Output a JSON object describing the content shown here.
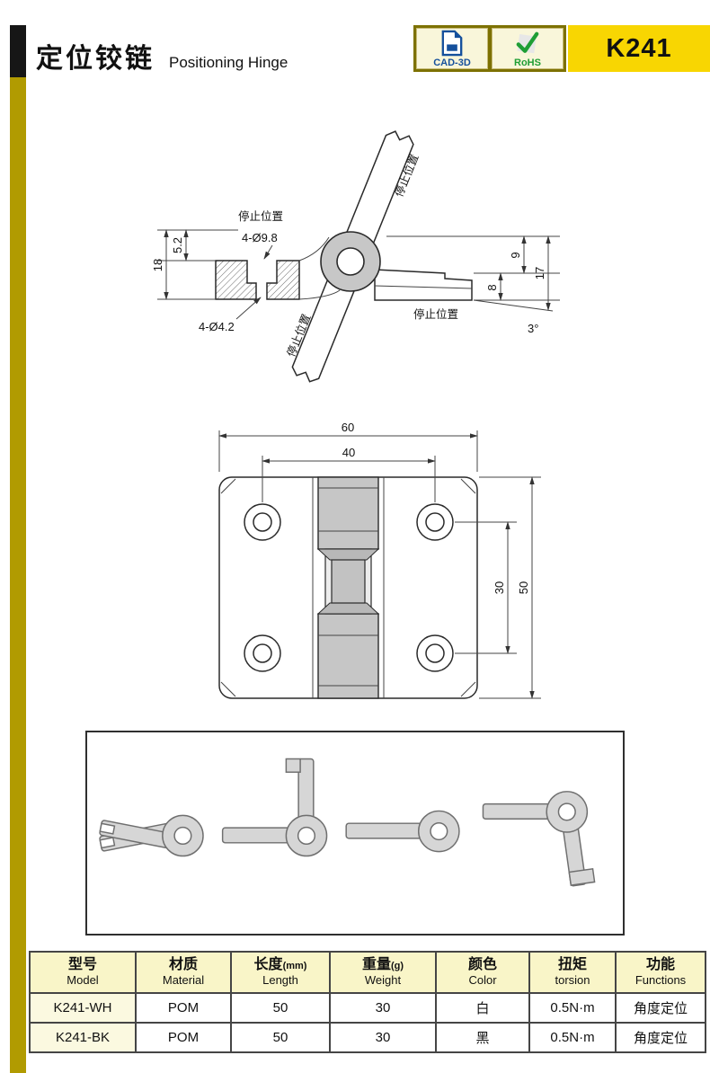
{
  "header": {
    "title_cn": "定位铰链",
    "title_en": "Positioning Hinge",
    "model_code": "K241",
    "badges": [
      {
        "label": "CAD-3D",
        "color": "#15509c"
      },
      {
        "label": "RoHS",
        "color": "#1f9e35"
      }
    ]
  },
  "colors": {
    "accent_yellow": "#f8d602",
    "stripe_gold": "#b19b01",
    "badge_panel_olive": "#7d7100",
    "table_header_yellow": "#f9f5c8"
  },
  "side_view": {
    "dim_counterbore": "4-Ø9.8",
    "dim_depth": "5.2",
    "dim_total_height": "18",
    "dim_hole": "4-Ø4.2",
    "stop_label_top": "停止位置",
    "stop_label_left": "停止位置",
    "stop_label_bottom": "停止位置",
    "stop_label_right": "停止位置",
    "dim_9": "9",
    "dim_17": "17",
    "dim_8": "8",
    "dim_angle": "3°"
  },
  "front_view": {
    "dim_width_outer": "60",
    "dim_hole_spacing_x": "40",
    "dim_hole_spacing_y": "30",
    "dim_height_outer": "50"
  },
  "spec_table": {
    "columns": [
      {
        "cn": "型号",
        "en": "Model"
      },
      {
        "cn": "材质",
        "en": "Material"
      },
      {
        "cn": "长度",
        "unit": "(mm)",
        "en": "Length"
      },
      {
        "cn": "重量",
        "unit": "(g)",
        "en": "Weight"
      },
      {
        "cn": "颜色",
        "en": "Color"
      },
      {
        "cn": "扭矩",
        "en": "torsion"
      },
      {
        "cn": "功能",
        "en": "Functions"
      }
    ],
    "rows": [
      [
        "K241-WH",
        "POM",
        "50",
        "30",
        "白",
        "0.5N·m",
        "角度定位"
      ],
      [
        "K241-BK",
        "POM",
        "50",
        "30",
        "黑",
        "0.5N·m",
        "角度定位"
      ]
    ]
  }
}
